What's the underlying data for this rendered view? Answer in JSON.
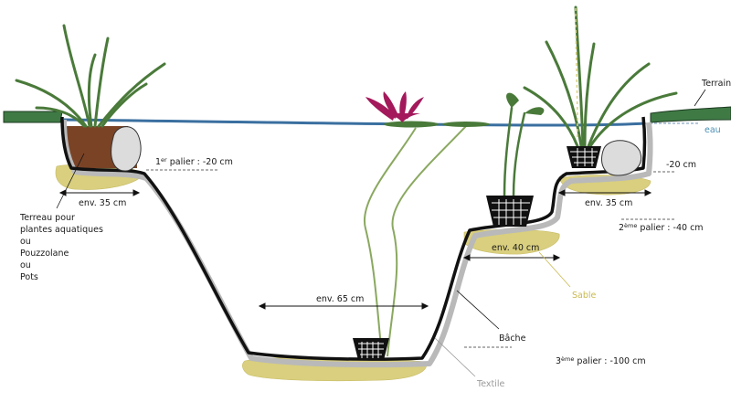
{
  "labels": {
    "terrain": "Terrain",
    "eau": "eau",
    "sable": "Sable",
    "bache": "Bâche",
    "textile": "Textile",
    "env_35_left": "env. 35 cm",
    "env_35_right": "env. 35 cm",
    "env_40": "env. 40 cm",
    "env_65": "env. 65 cm",
    "minus20_right": "-20 cm",
    "terreau_lines": [
      "Terreau pour",
      "plantes aquatiques",
      "ou",
      "Pouzzolane",
      "ou",
      "Pots"
    ],
    "palier1": {
      "num": "1",
      "sup": "er",
      "rest": " palier : -20 cm"
    },
    "palier2": {
      "num": "2",
      "sup": "ème",
      "rest": " palier : -40 cm"
    },
    "palier3": {
      "num": "3",
      "sup": "ème",
      "rest": " palier : -100 cm"
    }
  },
  "colors": {
    "water": "#3a6fa0",
    "ground": "#3f7a45",
    "soil": "#7a4326",
    "sand": "#d9cf7e",
    "liner": "#111111",
    "textile": "#b9b9b9",
    "plant": "#4a7a3a",
    "lily": "#a3195b"
  }
}
